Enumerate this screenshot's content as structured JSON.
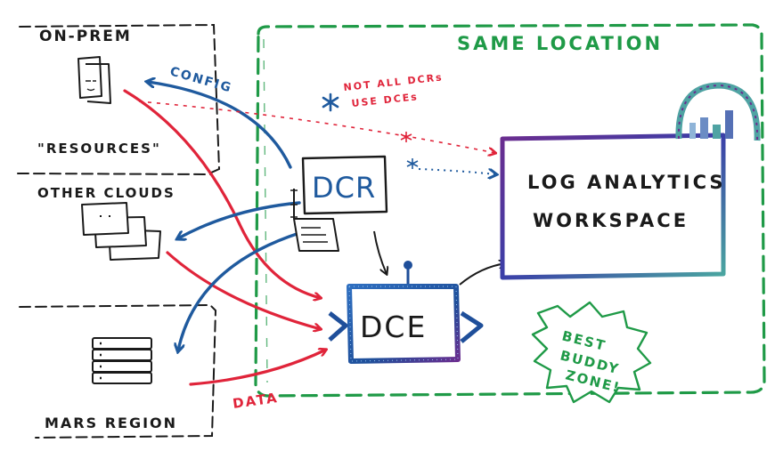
{
  "labels": {
    "on_prem": "On-Prem",
    "resources": "\"Resources\"",
    "other_clouds": "Other Clouds",
    "mars_region": "Mars Region",
    "same_location": "Same Location",
    "config": "CONFIG",
    "data": "DATA",
    "not_all_line1": "NOT ALL DCRs",
    "not_all_line2": "USE DCEs",
    "dcr": "DCR",
    "dce": "DCE",
    "workspace_line1": "Log Analytics",
    "workspace_line2": "Workspace",
    "best": "Best",
    "buddy": "Buddy",
    "zone": "Zone!"
  },
  "colors": {
    "ink": "#1a1a1a",
    "red": "#e0243a",
    "blue": "#1f5a9e",
    "green": "#1f9a47",
    "purple": "#6b2d8f",
    "teal": "#4fa3a3"
  },
  "icons": [
    "document-icon",
    "window-stack-icon",
    "server-rack-icon",
    "scroll-icon",
    "analytics-dome-icon",
    "asterisk-icon"
  ]
}
